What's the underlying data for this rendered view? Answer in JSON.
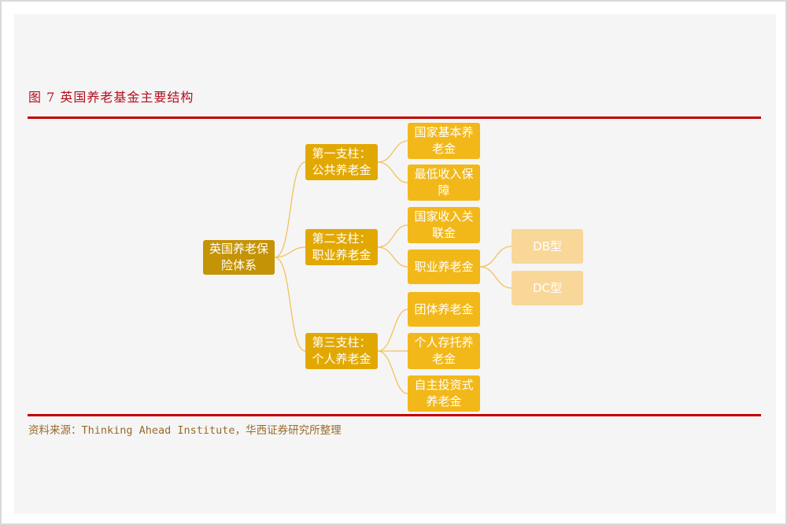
{
  "figure": {
    "title": "图 7 英国养老基金主要结构",
    "source": "资料来源：Thinking Ahead Institute，华西证券研究所整理"
  },
  "colors": {
    "title_red": "#b40e1e",
    "rule_red": "#c00000",
    "root_fill": "#c49306",
    "pillar_fill": "#e2a802",
    "leaf_fill": "#f2b81a",
    "subleaf_fill": "#f9d799",
    "connector": "#f2c25a"
  },
  "diagram": {
    "root": {
      "label": "英国养老保\n险体系"
    },
    "pillars": [
      {
        "label": "第一支柱：\n公共养老金",
        "children": [
          {
            "label": "国家基本养\n老金"
          },
          {
            "label": "最低收入保\n障"
          }
        ]
      },
      {
        "label": "第二支柱：\n职业养老金",
        "children": [
          {
            "label": "国家收入关\n联金"
          },
          {
            "label": "职业养老金",
            "children": [
              {
                "label": "DB型"
              },
              {
                "label": "DC型"
              }
            ]
          }
        ]
      },
      {
        "label": "第三支柱：\n个人养老金",
        "children": [
          {
            "label": "团体养老金"
          },
          {
            "label": "个人存托养\n老金"
          },
          {
            "label": "自主投资式\n养老金"
          }
        ]
      }
    ]
  }
}
